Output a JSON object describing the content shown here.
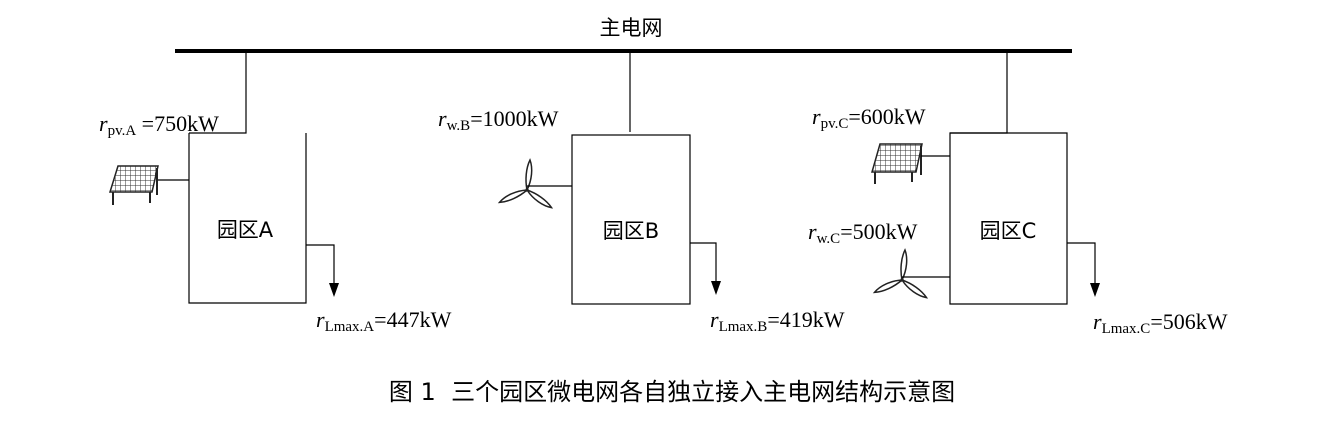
{
  "grid_title": "主电网",
  "caption": "图 1  三个园区微电网各自独立接入主电网结构示意图",
  "symbol_r": "r",
  "unit": "kW",
  "parks": [
    {
      "name": "园区A",
      "sources": [
        {
          "type": "pv",
          "subscript": "pv.A",
          "value": "750"
        }
      ],
      "load": {
        "subscript": "Lmax.A",
        "value": "447"
      }
    },
    {
      "name": "园区B",
      "sources": [
        {
          "type": "wind",
          "subscript": "w.B",
          "value": "1000"
        }
      ],
      "load": {
        "subscript": "Lmax.B",
        "value": "419"
      }
    },
    {
      "name": "园区C",
      "sources": [
        {
          "type": "pv",
          "subscript": "pv.C",
          "value": "600"
        },
        {
          "type": "wind",
          "subscript": "w.C",
          "value": "500"
        }
      ],
      "load": {
        "subscript": "Lmax.C",
        "value": "506"
      }
    }
  ]
}
